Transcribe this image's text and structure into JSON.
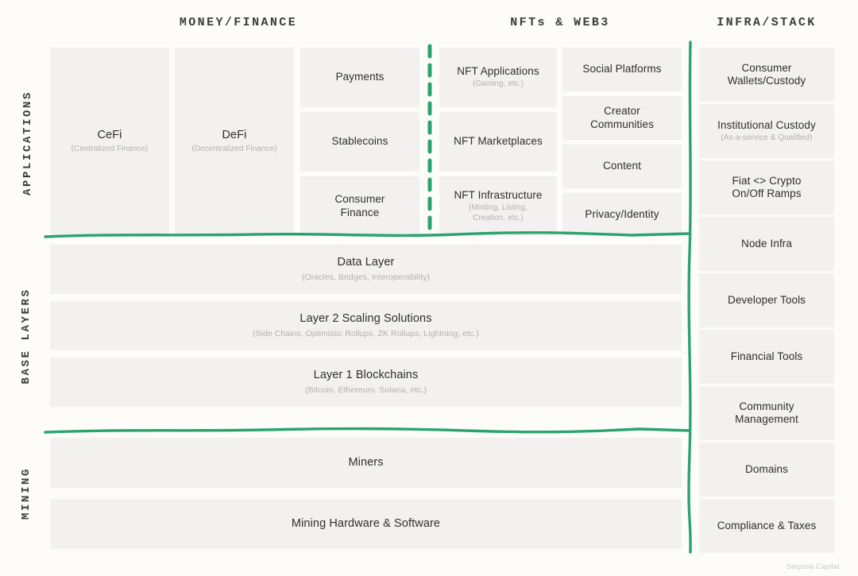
{
  "meta": {
    "credit": "Sequoia Capital",
    "accent_green": "#2ba36f",
    "tile_fill": "#f2f1ef",
    "page_background": "#fdfcf9",
    "title_text_color": "#2e2e2e",
    "subtitle_text_color": "#b3b1ad"
  },
  "column_headers": [
    {
      "label": "MONEY/FINANCE"
    },
    {
      "label": "NFTs & WEB3"
    },
    {
      "label": "INFRA/STACK"
    }
  ],
  "band_labels": [
    {
      "label": "APPLICATIONS"
    },
    {
      "label": "BASE LAYERS"
    },
    {
      "label": "MINING"
    }
  ],
  "applications": {
    "money_finance": {
      "wide_tiles": [
        {
          "title": "CeFi",
          "subtitle": "(Centralized Finance)"
        },
        {
          "title": "DeFi",
          "subtitle": "(Decentralized Finance)"
        }
      ],
      "stacked_tiles": [
        {
          "title": "Payments",
          "subtitle": ""
        },
        {
          "title": "Stablecoins",
          "subtitle": ""
        },
        {
          "title": "Consumer\nFinance",
          "subtitle": ""
        }
      ]
    },
    "nfts_web3": {
      "nft_column": [
        {
          "title": "NFT Applications",
          "subtitle": "(Gaming, etc.)"
        },
        {
          "title": "NFT Marketplaces",
          "subtitle": ""
        },
        {
          "title": "NFT Infrastructure",
          "subtitle": "(Minting, Listing,\nCreation, etc.)"
        }
      ],
      "web3_column": [
        {
          "title": "Social Platforms",
          "subtitle": ""
        },
        {
          "title": "Creator\nCommunities",
          "subtitle": ""
        },
        {
          "title": "Content",
          "subtitle": ""
        },
        {
          "title": "Privacy/Identity",
          "subtitle": ""
        }
      ]
    }
  },
  "base_layers": [
    {
      "title": "Data Layer",
      "subtitle": "(Oracles, Bridges, Interoperability)"
    },
    {
      "title": "Layer 2 Scaling Solutions",
      "subtitle": "(Side Chains, Optimistic Rollups, ZK Rollups, Lightning, etc.)"
    },
    {
      "title": "Layer 1 Blockchains",
      "subtitle": "(Bitcoin, Ethereum, Solana, etc.)"
    }
  ],
  "mining": [
    {
      "title": "Miners",
      "subtitle": ""
    },
    {
      "title": "Mining Hardware & Software",
      "subtitle": ""
    }
  ],
  "infra_stack": [
    {
      "title": "Consumer\nWallets/Custody",
      "subtitle": ""
    },
    {
      "title": "Institutional Custody",
      "subtitle": "(As-a-service & Qualified)"
    },
    {
      "title": "Fiat <> Crypto\nOn/Off Ramps",
      "subtitle": ""
    },
    {
      "title": "Node Infra",
      "subtitle": ""
    },
    {
      "title": "Developer Tools",
      "subtitle": ""
    },
    {
      "title": "Financial Tools",
      "subtitle": ""
    },
    {
      "title": "Community\nManagement",
      "subtitle": ""
    },
    {
      "title": "Domains",
      "subtitle": ""
    },
    {
      "title": "Compliance & Taxes",
      "subtitle": ""
    }
  ]
}
